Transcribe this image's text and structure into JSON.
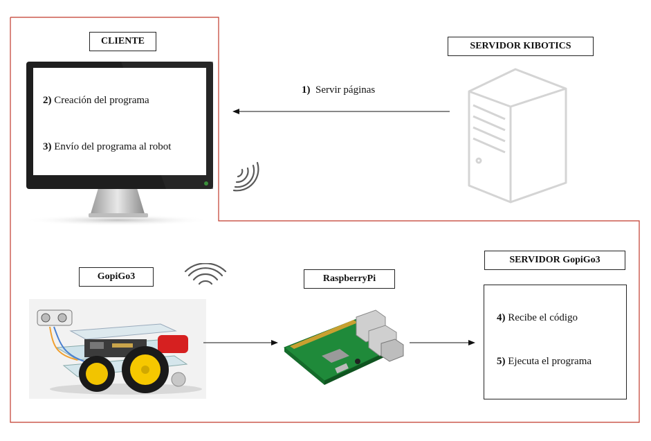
{
  "colors": {
    "border_red": "#c0392b",
    "arrow": "#111111",
    "server_outline": "#d9d9d9",
    "monitor_body": "#1e1e1e"
  },
  "labels": {
    "cliente": "CLIENTE",
    "servidor_kibotics": "SERVIDOR KIBOTICS",
    "servidor_gopigo3": "SERVIDOR GopiGo3",
    "gopigo3": "GopiGo3",
    "raspberrypi": "RaspberryPi"
  },
  "steps": [
    {
      "num": "1)",
      "text": "Servir páginas"
    },
    {
      "num": "2)",
      "text": "Creación del programa"
    },
    {
      "num": "3)",
      "text": "Envío del programa al robot"
    },
    {
      "num": "4)",
      "text": "Recibe el código"
    },
    {
      "num": "5)",
      "text": "Ejecuta el programa"
    }
  ],
  "icons": {
    "monitor": "desktop-monitor-icon",
    "server": "server-tower-icon",
    "wifi_client": "wireless-signal-icon",
    "wifi_robot": "wireless-signal-icon",
    "robot": "gopigo3-robot-image",
    "board": "raspberry-pi-board-image"
  }
}
